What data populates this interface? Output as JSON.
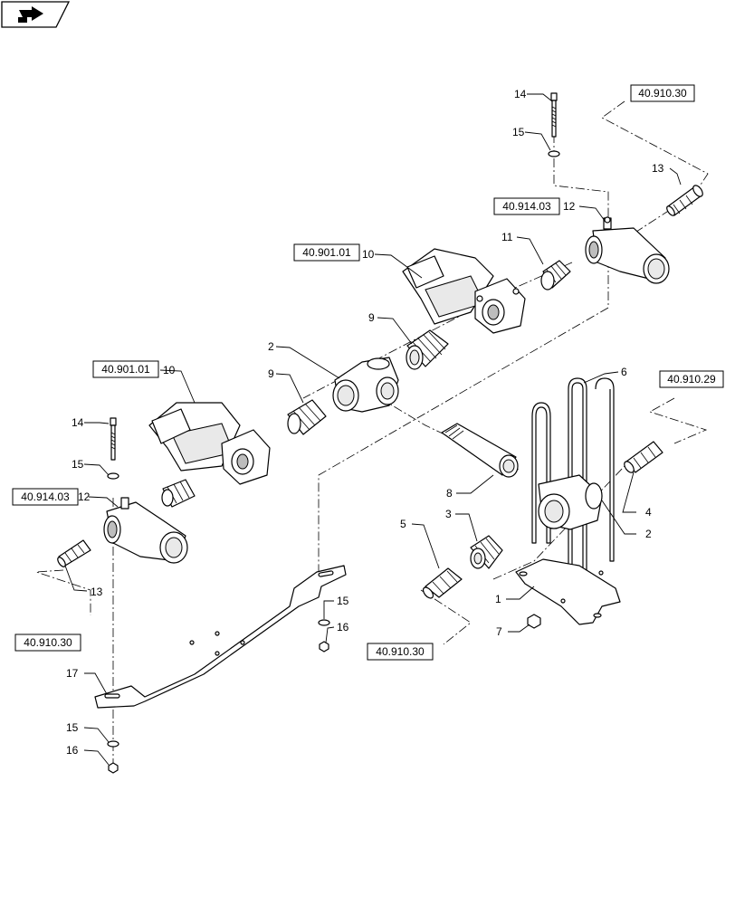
{
  "references": [
    {
      "text": "40.910.30"
    },
    {
      "text": "40.914.03"
    },
    {
      "text": "40.901.01"
    },
    {
      "text": "40.901.01"
    },
    {
      "text": "40.910.29"
    },
    {
      "text": "40.914.03"
    },
    {
      "text": "40.910.30"
    },
    {
      "text": "40.910.30"
    }
  ],
  "callouts": [
    "14",
    "15",
    "13",
    "12",
    "11",
    "10",
    "9",
    "2",
    "9",
    "10",
    "6",
    "14",
    "15",
    "12",
    "8",
    "3",
    "5",
    "4",
    "2",
    "13",
    "1",
    "15",
    "16",
    "7",
    "17",
    "15",
    "16"
  ],
  "icons": {
    "corner": "next-page-arrow-icon"
  }
}
